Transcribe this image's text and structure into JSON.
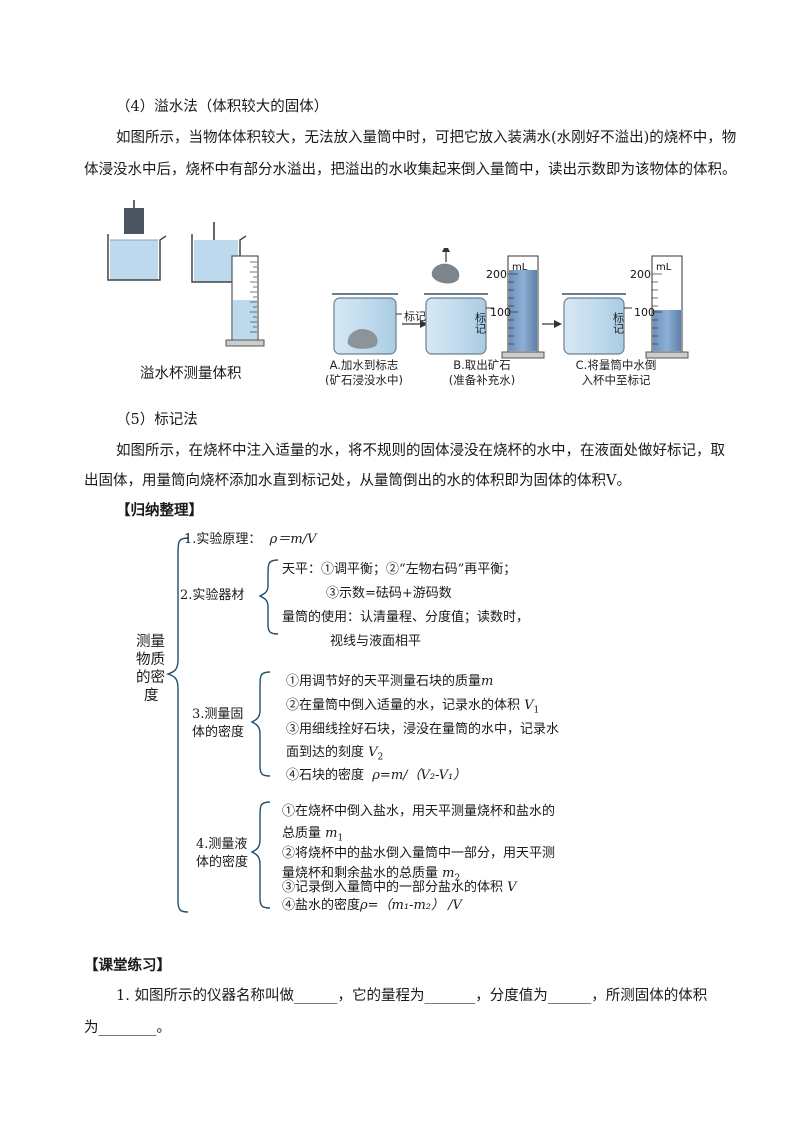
{
  "sec4": {
    "heading": "（4）溢水法（体积较大的固体）",
    "line1": "如图所示，当物体体积较大，无法放入量筒中时，可把它放入装满水(水刚好不溢出)的烧杯中，物",
    "line2": "体浸没水中后，烧杯中有部分水溢出，把溢出的水收集起来倒入量筒中，读出示数即为该物体的体积。",
    "fig_caption": "溢水杯测量体积"
  },
  "figB": {
    "label_mark_a": "标记",
    "label_mark_b": "标记",
    "label_mark_c": "标记",
    "unit": "mL",
    "tick_200": "200",
    "tick_100": "100",
    "unit_2": "mL",
    "tick_200_2": "200",
    "tick_100_2": "100",
    "cap_a1": "A.加水到标志",
    "cap_a2": "(矿石浸没水中)",
    "cap_b1": "B.取出矿石",
    "cap_b2": "(准备补充水)",
    "cap_c1": "C.将量筒中水倒",
    "cap_c2": "入杯中至标记"
  },
  "sec5": {
    "heading": "（5）标记法",
    "line1": "如图所示，在烧杯中注入适量的水，将不规则的固体浸没在烧杯的水中，在液面处做好标记，取",
    "line2": "出固体，用量筒向烧杯添加水直到标记处，从量筒倒出的水的体积即为固体的体积V。"
  },
  "summary": {
    "heading": "【归纳整理】",
    "root": [
      "测量",
      "物质",
      "的密",
      "度"
    ],
    "b1_label": "1.实验原理：",
    "b1_formula": "ρ＝m/V",
    "b2_label": "2.实验器材",
    "b2_balance_1": "天平：①调平衡；②“左物右码”再平衡；",
    "b2_balance_2": "③示数=砝码+游码数",
    "b2_cylinder_1": "量筒的使用：认清量程、分度值；读数时，",
    "b2_cylinder_2": "视线与液面相平",
    "b3_label_1": "3.测量固",
    "b3_label_2": "体的密度",
    "b3_s1_text": "①用调节好的天平测量石块的质量",
    "b3_s1_var": "m",
    "b3_s2_text": "②在量筒中倒入适量的水，记录水的体积",
    "b3_s2_var": "V",
    "b3_s2_sub": "1",
    "b3_s3_text": "③用细线拴好石块，浸没在量筒的水中，记录水",
    "b3_s3b_text": "面到达的刻度",
    "b3_s3b_var": "V",
    "b3_s3b_sub": "2",
    "b3_s4_text": "④石块的密度",
    "b3_s4_formula": "ρ=m/（V₂-V₁）",
    "b4_label_1": "4.测量液",
    "b4_label_2": "体的密度",
    "b4_s1_text": "①在烧杯中倒入盐水，用天平测量烧杯和盐水的",
    "b4_s1b_text": "总质量",
    "b4_s1b_var": "m",
    "b4_s1b_sub": "1",
    "b4_s2_text": "②将烧杯中的盐水倒入量筒中一部分，用天平测",
    "b4_s2b_text": "量烧杯和剩余盐水的总质量",
    "b4_s2b_var": "m",
    "b4_s2b_sub": "2",
    "b4_s3_text": "③记录倒入量筒中的一部分盐水的体积",
    "b4_s3_var": "V",
    "b4_s4_text": "④盐水的密度",
    "b4_s4_formula": "ρ=（m₁-m₂）  /V"
  },
  "practice": {
    "heading": "【课堂练习】",
    "q1_line1": "1.   如图所示的仪器名称叫做______，它的量程为_______，分度值为______，所测固体的体积",
    "q1_line2": "为________。"
  },
  "colors": {
    "water": "#bcd9ee",
    "glass": "#7a8f9c",
    "block": "#555d66",
    "brace": "#1f4f6f"
  }
}
